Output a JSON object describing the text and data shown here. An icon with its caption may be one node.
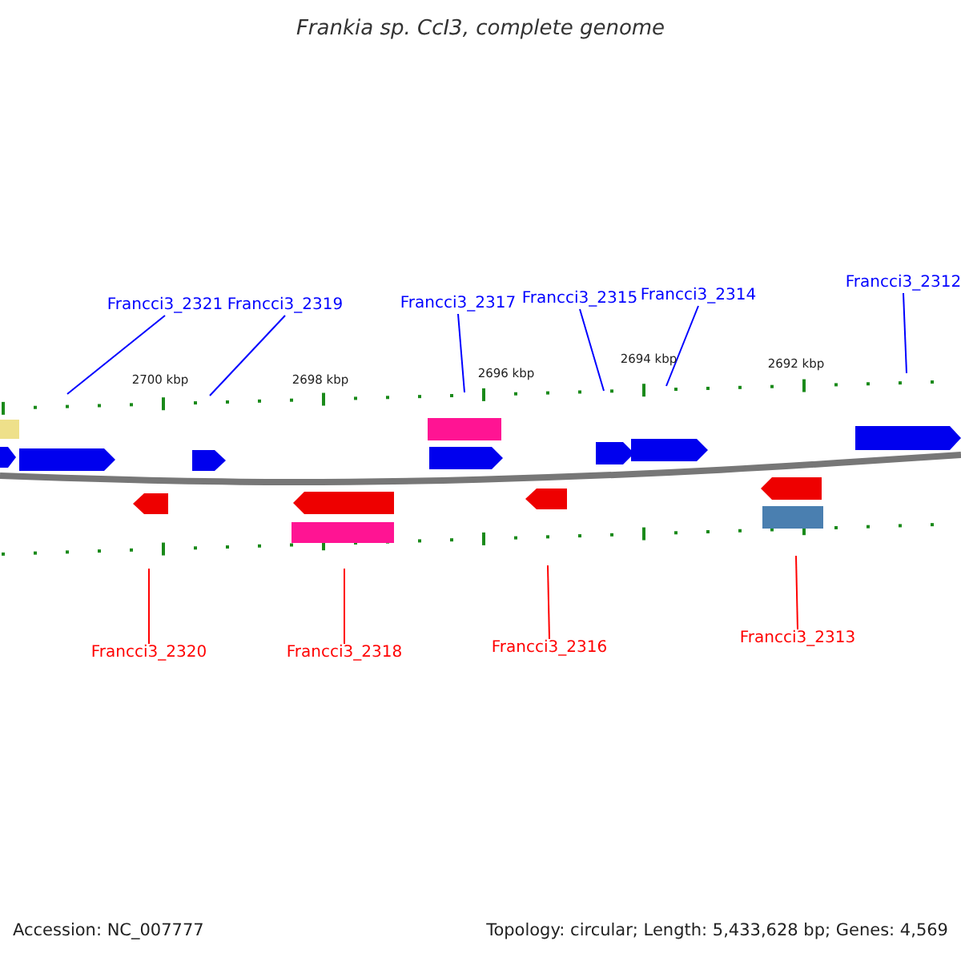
{
  "diagram": {
    "title": "Frankia sp. CcI3, complete genome",
    "nodes": [
      {
        "text": [
          "Francci3_2321"
        ]
      },
      {
        "text": [
          "Francci3_2319"
        ]
      },
      {
        "text": [
          "Francci3_2317"
        ]
      },
      {
        "text": [
          "Francci3_2315"
        ]
      },
      {
        "text": [
          "Francci3_2314"
        ]
      },
      {
        "text": [
          "Francci3_2312"
        ]
      },
      {
        "text": [
          "Francci3_2320"
        ]
      },
      {
        "text": [
          "Francci3_2318"
        ]
      },
      {
        "text": [
          "Francci3_2316"
        ]
      },
      {
        "text": [
          "Francci3_2313"
        ]
      }
    ],
    "edges": [
      {
        "from": 0,
        "to": null,
        "arrow": "none",
        "color": "#0000ff"
      },
      {
        "from": 1,
        "to": null,
        "arrow": "none",
        "color": "#0000ff"
      },
      {
        "from": 2,
        "to": null,
        "arrow": "none",
        "color": "#0000ff"
      },
      {
        "from": 3,
        "to": null,
        "arrow": "none",
        "color": "#0000ff"
      },
      {
        "from": 4,
        "to": null,
        "arrow": "none",
        "color": "#0000ff"
      },
      {
        "from": 5,
        "to": null,
        "arrow": "none",
        "color": "#0000ff"
      },
      {
        "from": 6,
        "to": null,
        "arrow": "none",
        "color": "#ff0000"
      },
      {
        "from": 7,
        "to": null,
        "arrow": "none",
        "color": "#ff0000"
      },
      {
        "from": 8,
        "to": null,
        "arrow": "none",
        "color": "#ff0000"
      },
      {
        "from": 9,
        "to": null,
        "arrow": "none",
        "color": "#ff0000"
      }
    ],
    "labels": [
      "2700 kbp",
      "2698 kbp",
      "2696 kbp",
      "2694 kbp",
      "2692 kbp",
      "Accession: NC_007777",
      "Topology: circular; Length: 5,433,628 bp; Genes: 4,569"
    ]
  }
}
